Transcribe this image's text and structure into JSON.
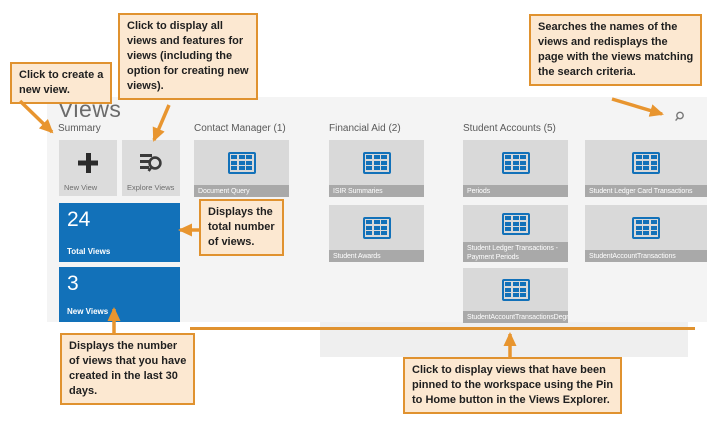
{
  "app": {
    "title": "Views",
    "summary": {
      "header": "Summary",
      "new_view_label": "New View",
      "explore_views_label": "Explore Views",
      "total_views_value": "24",
      "total_views_label": "Total Views",
      "new_views_value": "3",
      "new_views_label": "New Views"
    },
    "groups": [
      {
        "header": "Contact Manager (1)",
        "tiles": [
          "Document Query"
        ]
      },
      {
        "header": "Financial Aid (2)",
        "tiles": [
          "ISIR Summaries",
          "Student Awards"
        ]
      },
      {
        "header": "Student Accounts (5)",
        "tiles": [
          "Periods",
          "Student Ledger Card Transactions",
          "Student Ledger Transactions - Payment Periods",
          "StudentAccountTransactions",
          "StudentAccountTransactionsDegree"
        ]
      }
    ]
  },
  "callouts": {
    "create_view": "Click to create a\nnew view.",
    "explore_views": "Click to display all\nviews and features for\nviews (including the\noption for creating new\nviews).",
    "search": "Searches the names of the\nviews and redisplays the\npage with the views matching\nthe search criteria.",
    "total_views": "Displays the\ntotal number\nof views.",
    "new_views": "Displays the number\nof views that you have\ncreated in the last 30\ndays.",
    "pinned_views": "Click to display views that have been\npinned to the workspace using the Pin\nto Home button in the Views Explorer."
  },
  "colors": {
    "accent_orange": "#e0922f",
    "callout_fill": "#fce8d1",
    "tile_blue": "#1271b9",
    "tile_grey": "#d9d9d9",
    "caption_grey": "#a9a9a9"
  }
}
